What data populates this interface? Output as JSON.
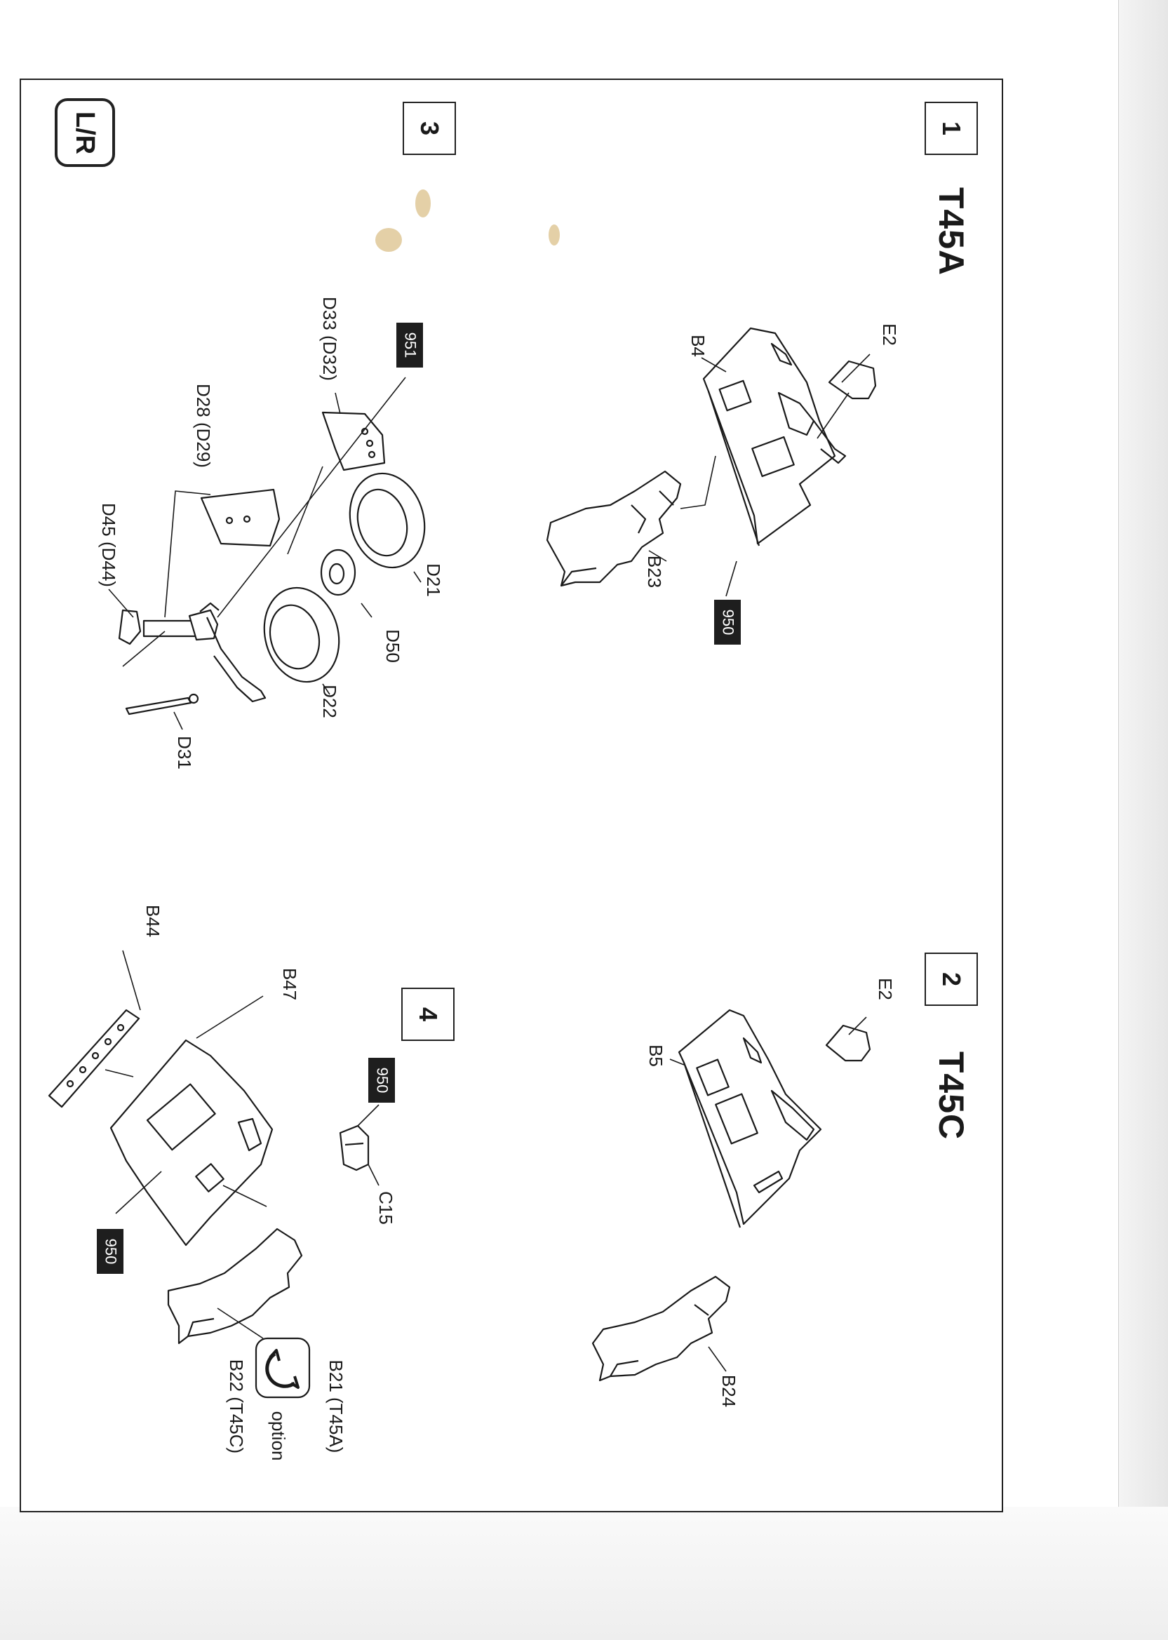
{
  "corner_badge": "L/R",
  "steps": [
    {
      "number": "1",
      "variant": "T45A"
    },
    {
      "number": "2",
      "variant": "T45C"
    },
    {
      "number": "3"
    },
    {
      "number": "4"
    }
  ],
  "paint_codes": {
    "p950": "950",
    "p951": "951"
  },
  "parts": {
    "E2": "E2",
    "B4": "B4",
    "B23": "B23",
    "B5": "B5",
    "B24": "B24",
    "D33": "D33 (D32)",
    "D28": "D28 (D29)",
    "D45": "D45 (D44)",
    "D21": "D21",
    "D50": "D50",
    "D22": "D22",
    "D31": "D31",
    "B44": "B44",
    "B47": "B47",
    "C15": "C15",
    "B21": "B21 (T45A)",
    "B22": "B22 (T45C)"
  },
  "option_label": "option",
  "option_icon": "rotate-option-icon",
  "colors": {
    "ink": "#1a1a1a",
    "paint_bg": "#1e1e1e"
  }
}
